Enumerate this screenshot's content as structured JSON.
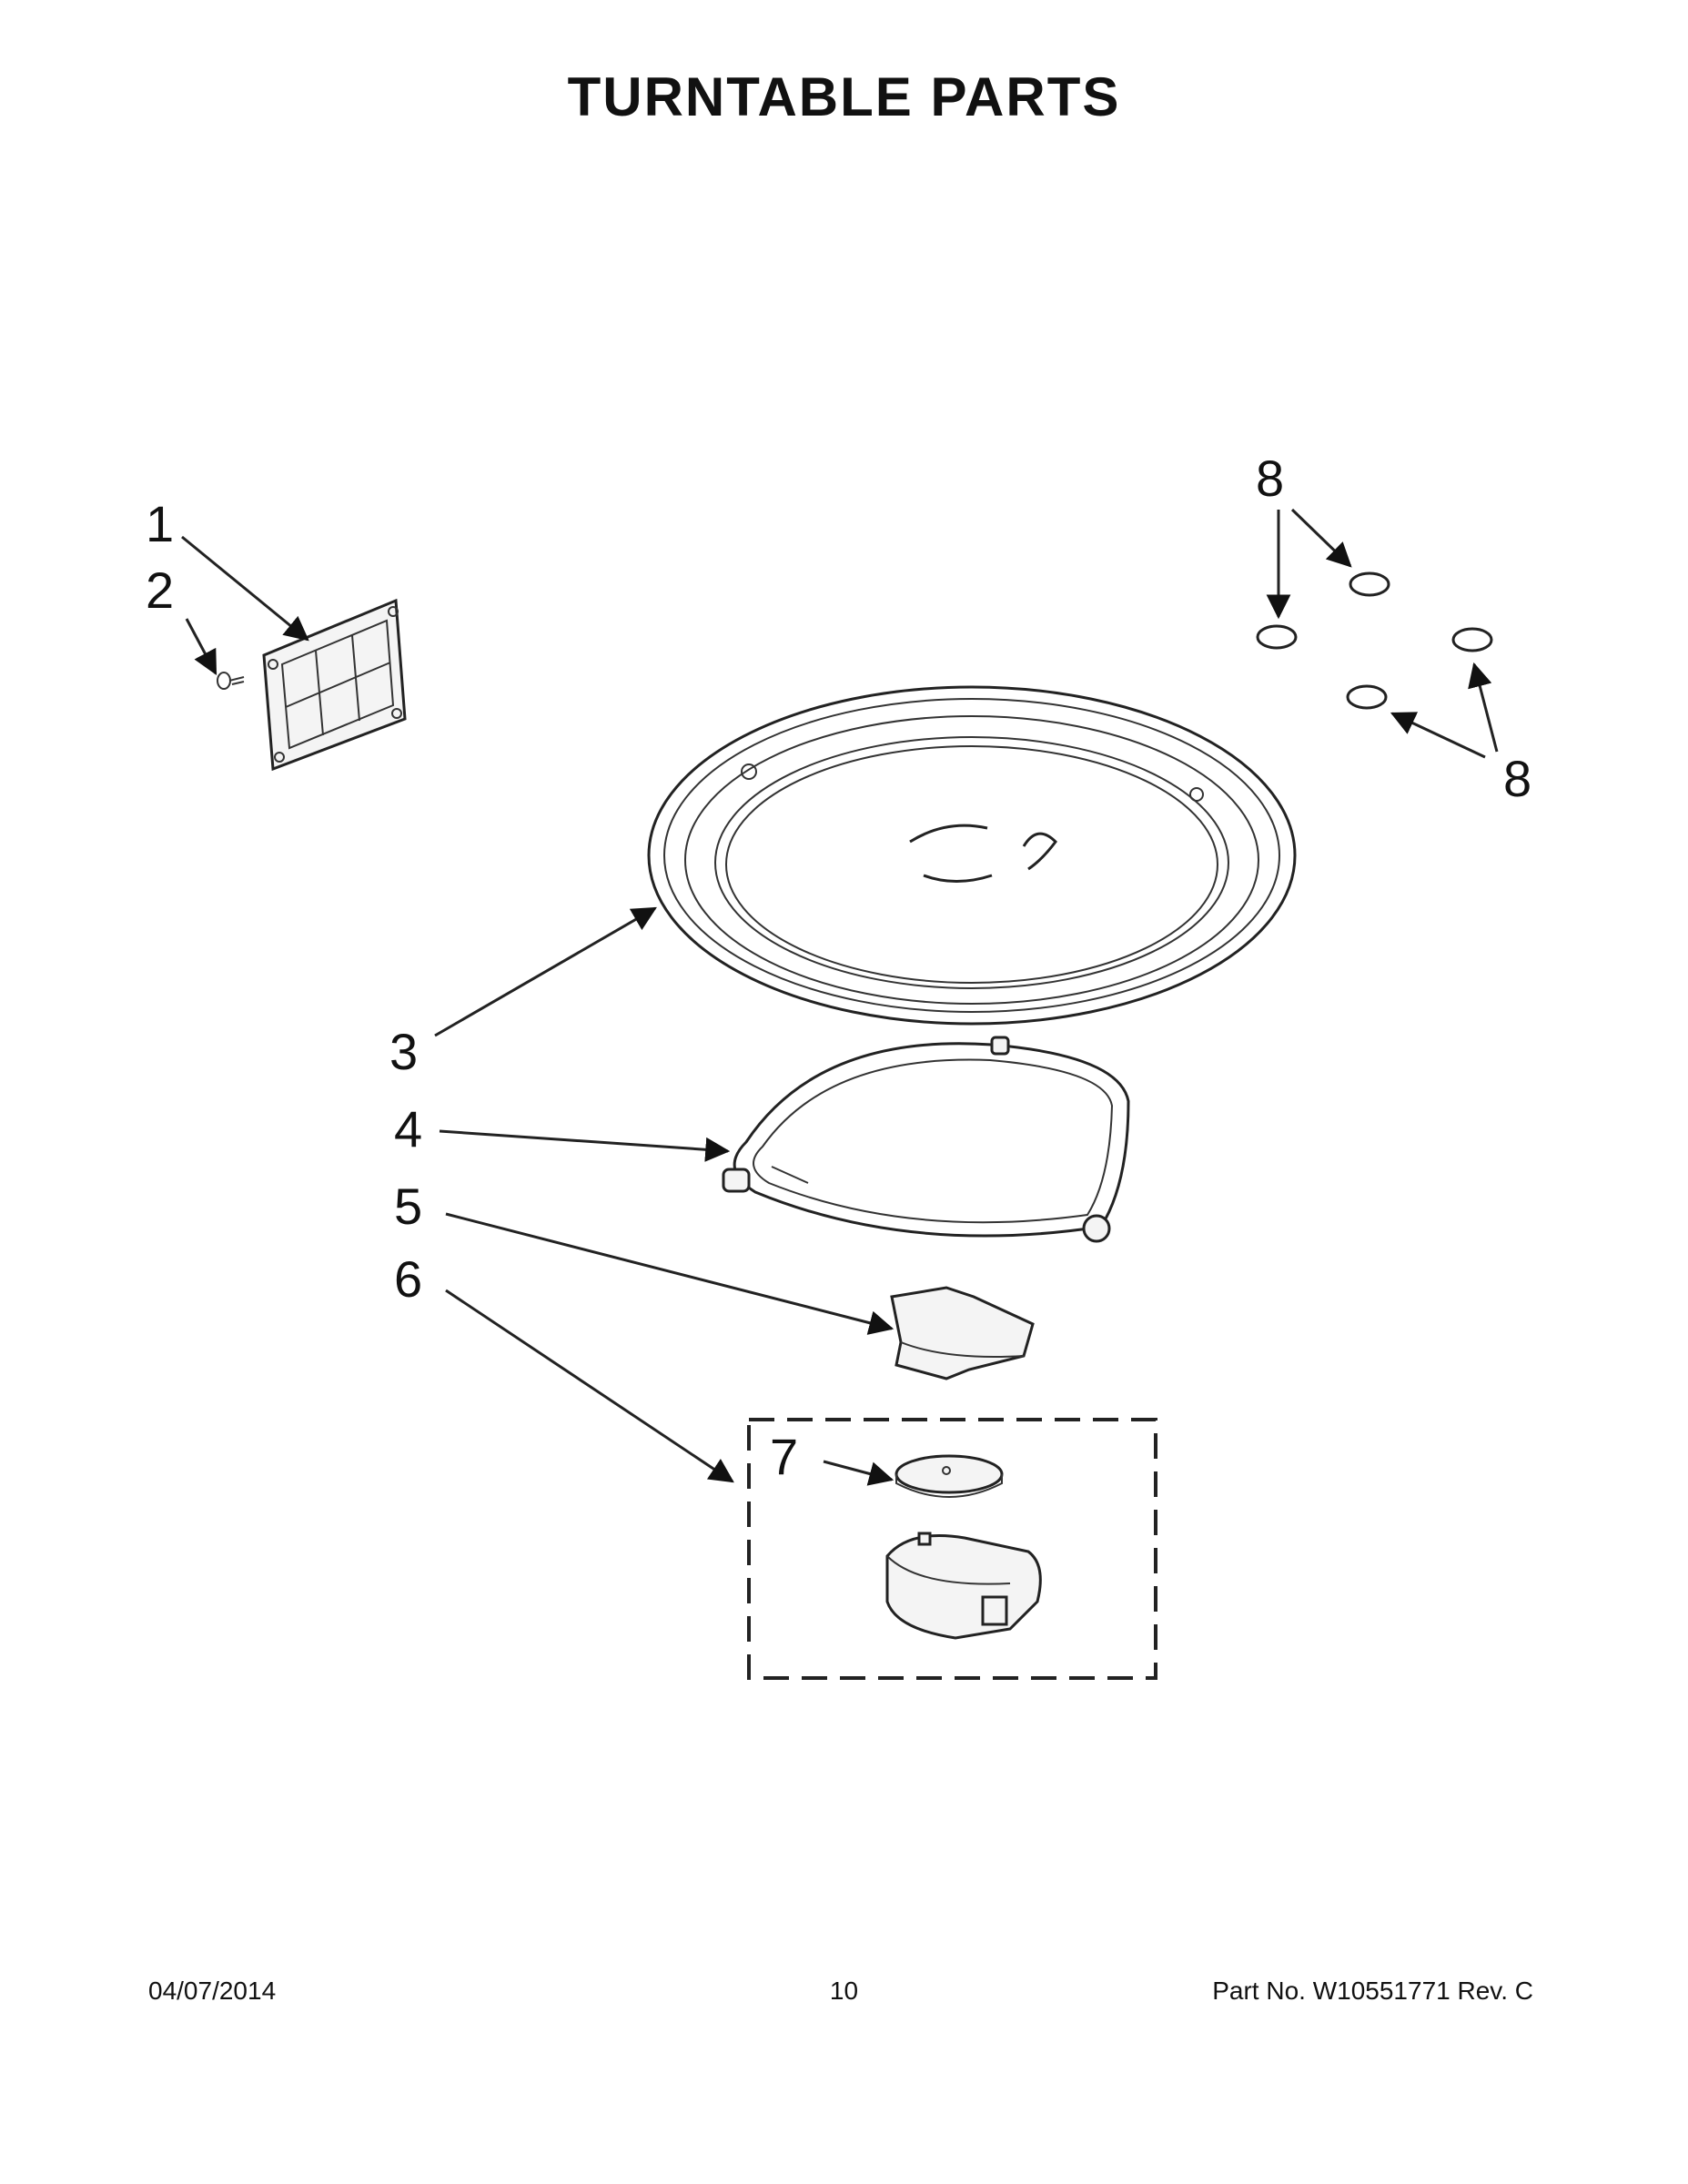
{
  "page": {
    "title": "TURNTABLE PARTS"
  },
  "callouts": {
    "part_1": "1",
    "part_2": "2",
    "part_3": "3",
    "part_4": "4",
    "part_5": "5",
    "part_6": "6",
    "part_7": "7",
    "part_8_top": "8",
    "part_8_bottom": "8"
  },
  "footer": {
    "date": "04/07/2014",
    "page_number": "10",
    "part_number": "Part No.  W10551771  Rev.  C"
  }
}
